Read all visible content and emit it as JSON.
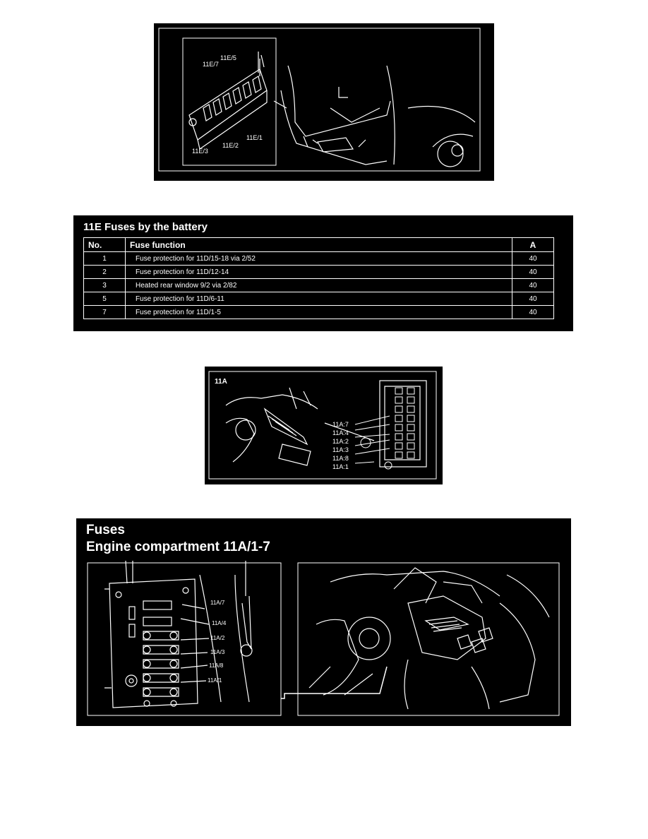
{
  "fig1": {
    "labels": [
      "11E/7",
      "11E/5",
      "11E/3",
      "11E/2",
      "11E/1"
    ]
  },
  "table": {
    "title": "11E Fuses by the battery",
    "headers": {
      "no": "No.",
      "function": "Fuse function",
      "amps": "A"
    },
    "rows": [
      {
        "no": "1",
        "function": "Fuse protection for 11D/15-18 via 2/52",
        "amps": "40"
      },
      {
        "no": "2",
        "function": "Fuse protection for 11D/12-14",
        "amps": "40"
      },
      {
        "no": "3",
        "function": "Heated rear window 9/2 via 2/82",
        "amps": "40"
      },
      {
        "no": "5",
        "function": "Fuse protection for 11D/6-11",
        "amps": "40"
      },
      {
        "no": "7",
        "function": "Fuse protection for 11D/1-5",
        "amps": "40"
      }
    ]
  },
  "fig3": {
    "title": "11A",
    "labels": [
      "11A:7",
      "11A:4",
      "11A:2",
      "11A:3",
      "11A:8",
      "11A:1"
    ]
  },
  "fig4": {
    "title": "Fuses",
    "subtitle": "Engine compartment 11A/1-7",
    "labels": [
      "11A/7",
      "11A/4",
      "11A/2",
      "11A/3",
      "11A/8",
      "11A/1"
    ]
  }
}
